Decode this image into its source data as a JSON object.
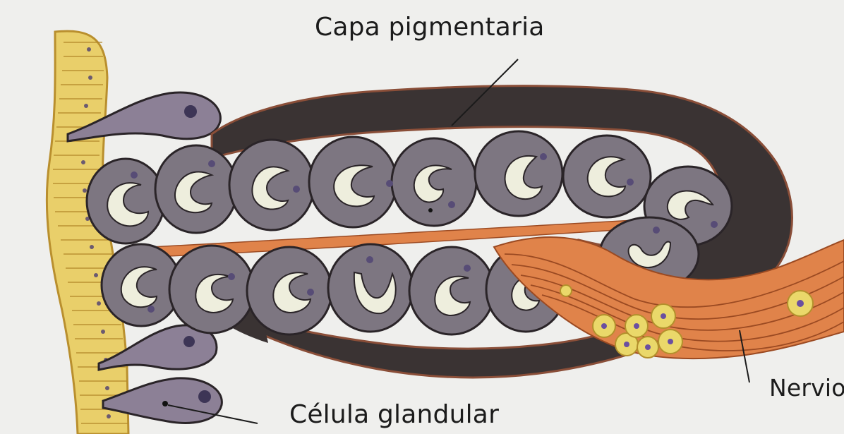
{
  "labels": {
    "pigment_layer": "Capa pigmentaria",
    "gland_cell": "Célula glandular",
    "nerve": "Nervio"
  },
  "colors": {
    "background": "#efefed",
    "epidermis": "#e9cf6a",
    "pigment": "#3a3333",
    "cell_fill": "#7d7681",
    "cell_outline": "#2a2428",
    "crescent": "#eeeedd",
    "nerve_fibers": "#e0834a",
    "nerve_nuclei": "#ead86a"
  }
}
